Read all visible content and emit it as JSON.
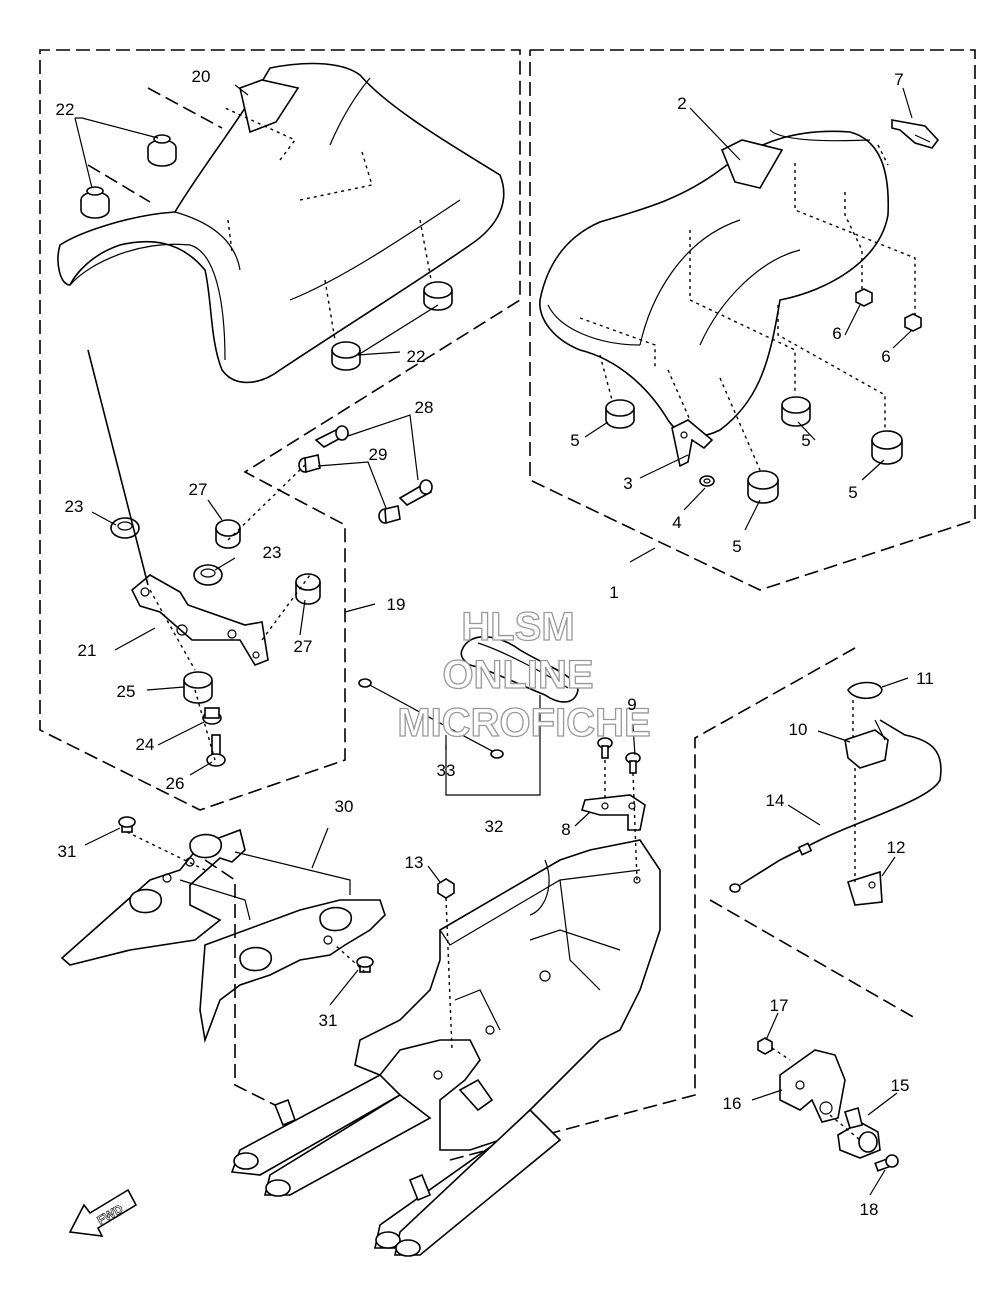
{
  "diagram": {
    "callouts": [
      "1",
      "2",
      "3",
      "4",
      "5",
      "5",
      "5",
      "5",
      "6",
      "6",
      "7",
      "8",
      "9",
      "10",
      "11",
      "12",
      "13",
      "14",
      "15",
      "16",
      "17",
      "18",
      "19",
      "20",
      "21",
      "22",
      "22",
      "23",
      "23",
      "24",
      "25",
      "26",
      "27",
      "27",
      "28",
      "29",
      "30",
      "31",
      "31",
      "32",
      "33"
    ],
    "watermark": {
      "line1": "HLSM",
      "line2": "ONLINE",
      "line3": "MICROFICHE"
    },
    "fwd_label": "FWD"
  }
}
